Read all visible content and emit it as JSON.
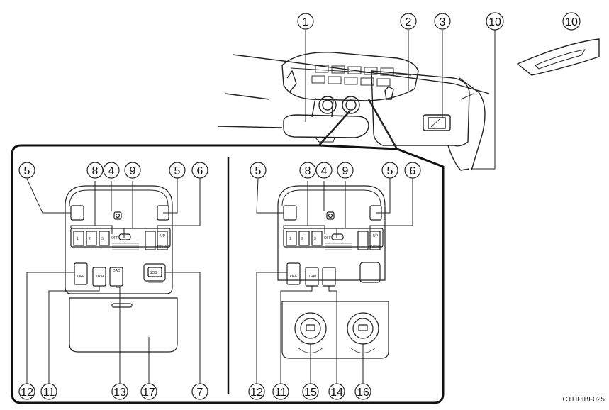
{
  "figure_code": "CTHPIBF025",
  "callouts": {
    "c1": "1",
    "c2": "2",
    "c3": "3",
    "c10a": "10",
    "c10b": "10",
    "L5a": "5",
    "L8": "8",
    "L4": "4",
    "L9": "9",
    "L5b": "5",
    "L6": "6",
    "L12": "12",
    "L11": "11",
    "L13": "13",
    "L17": "17",
    "L7": "7",
    "R5a": "5",
    "R8": "8",
    "R4": "4",
    "R9": "9",
    "R5b": "5",
    "R6": "6",
    "R12": "12",
    "R11": "11",
    "R15": "15",
    "R14": "14",
    "R16": "16"
  },
  "panel_labels": {
    "btn_1": "1",
    "btn_2": "2",
    "btn_3": "3",
    "off": "OFF",
    "sos": "SOS",
    "trac": "TRAC",
    "off_small": "OFF",
    "dac": "DAC",
    "up": "UP",
    "down": "DOWN"
  }
}
